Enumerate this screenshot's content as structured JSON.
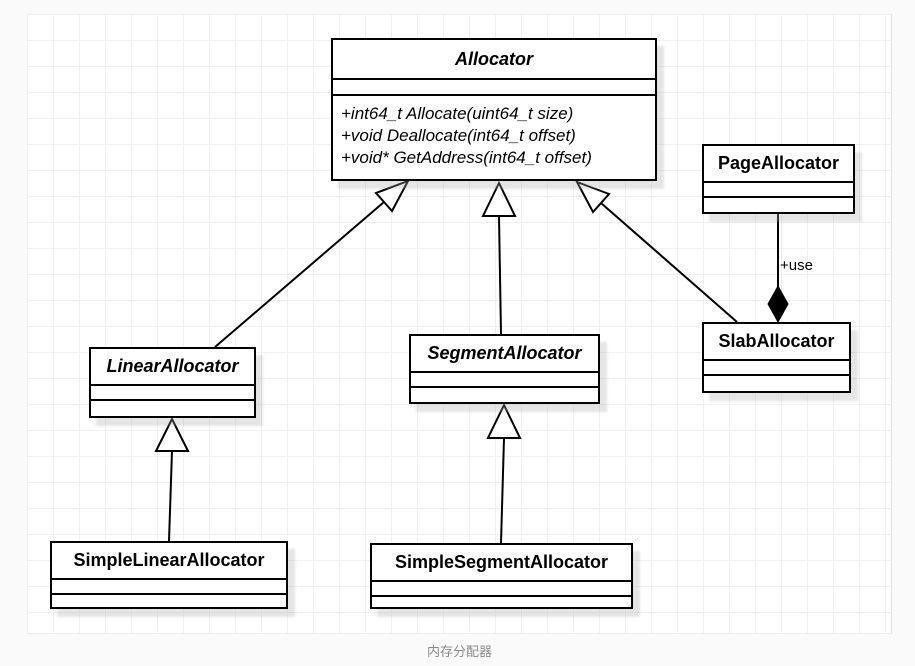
{
  "canvas": {
    "caption": "内存分配器"
  },
  "classes": {
    "allocator": {
      "name": "Allocator",
      "methods": [
        "+int64_t Allocate(uint64_t size)",
        "+void Deallocate(int64_t offset)",
        "+void* GetAddress(int64_t offset)"
      ]
    },
    "page_allocator": {
      "name": "PageAllocator"
    },
    "slab_allocator": {
      "name": "SlabAllocator"
    },
    "linear_allocator": {
      "name": "LinearAllocator"
    },
    "segment_allocator": {
      "name": "SegmentAllocator"
    },
    "simple_linear_allocator": {
      "name": "SimpleLinearAllocator"
    },
    "simple_segment_allocator": {
      "name": "SimpleSegmentAllocator"
    }
  },
  "relations": {
    "page_to_slab_label": "+use"
  },
  "colors": {
    "stroke": "#000000",
    "box_fill": "#ffffff",
    "grid_line": "#efefef",
    "page_background": "#ffffff",
    "outer_background": "#fafafa",
    "caption_text": "#8a8a8a"
  }
}
